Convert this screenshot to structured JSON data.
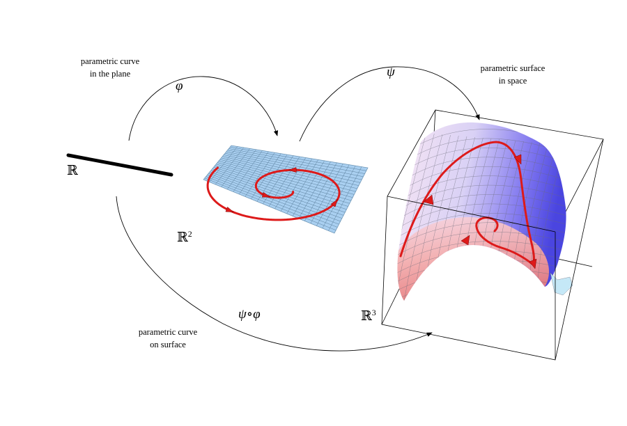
{
  "labels": {
    "plane_curve": [
      "parametric curve",
      "in the plane"
    ],
    "surface": [
      "parametric surface",
      "in space"
    ],
    "surface_curve": [
      "parametric curve",
      "on surface"
    ],
    "phi": "φ",
    "psi": "ψ",
    "composition": "ψ∘φ",
    "R1": "ℝ",
    "R2_base": "ℝ",
    "R2_exp": "2",
    "R3_base": "ℝ",
    "R3_exp": "3"
  },
  "colors": {
    "grid_fill": "#a9cff0",
    "grid_lines": "#5a7f9c",
    "curve": "#dd1a1a",
    "arrow_lines": "#000000",
    "surface_high": "#6b63ee",
    "surface_low": "#f3a3a3"
  }
}
